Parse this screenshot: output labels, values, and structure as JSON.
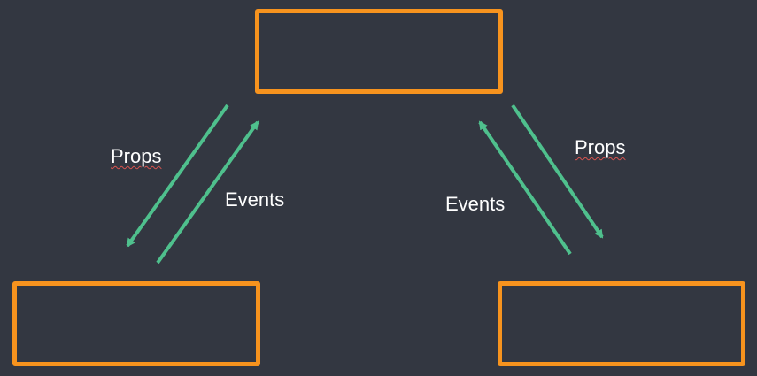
{
  "diagram": {
    "boxes": [
      {
        "id": "parent",
        "text": ""
      },
      {
        "id": "child-left",
        "text": ""
      },
      {
        "id": "child-right",
        "text": ""
      }
    ],
    "labels": {
      "props_left": "Props",
      "events_left": "Events",
      "events_right": "Events",
      "props_right": "Props"
    },
    "colors": {
      "background": "#333741",
      "box_border": "#f7931e",
      "arrow": "#4fc08d",
      "text": "#ffffff",
      "spellcheck_underline": "#d9534f"
    }
  }
}
